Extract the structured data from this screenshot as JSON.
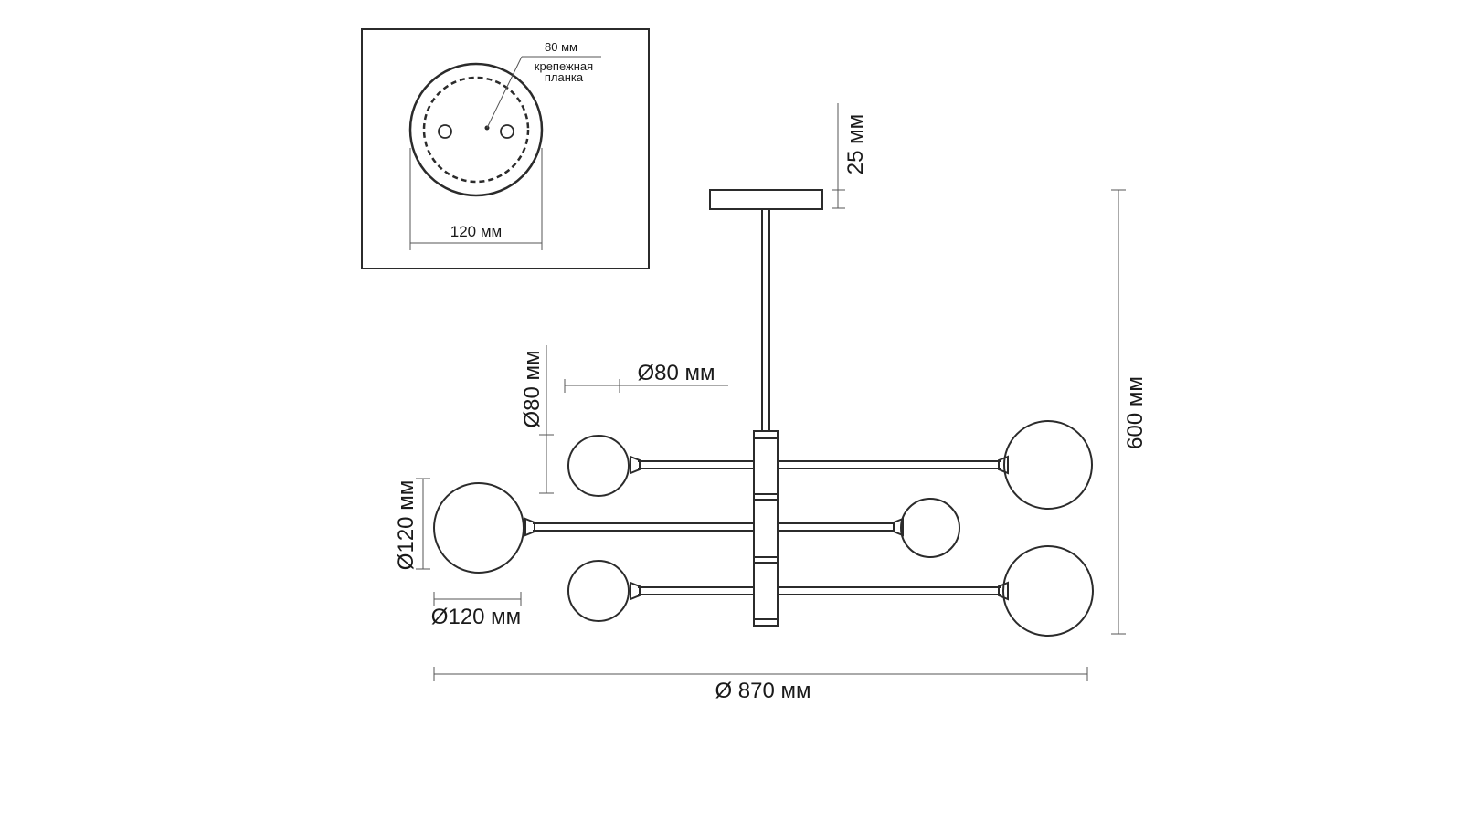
{
  "inset": {
    "plate_spacing_label": "80 мм",
    "mounting_bar_label_line1": "крепежная",
    "mounting_bar_label_line2": "планка",
    "plate_diameter_label": "120 мм"
  },
  "dimensions": {
    "canopy_height": "25 мм",
    "overall_height": "600 мм",
    "small_shade_width": "Ø80 мм",
    "small_shade_height": "Ø80 мм",
    "large_shade_height": "Ø120 мм",
    "large_shade_width": "Ø120 мм",
    "overall_diameter": "Ø 870 мм"
  },
  "colors": {
    "line": "#2b2b2b",
    "dim_line": "#555555",
    "background": "#ffffff"
  }
}
